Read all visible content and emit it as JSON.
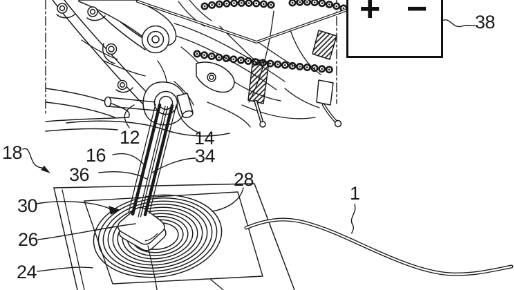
{
  "figure": {
    "kind": "patent-line-drawing",
    "subject": "Side stand of a motorcycle standing on an inductive charging pad connected to a battery and a supply cable",
    "background": "#ffffff",
    "line_color": "#1a1a1a"
  },
  "battery": {
    "plus": "+",
    "minus": "−"
  },
  "reference_labels": {
    "r1": "1",
    "r12": "12",
    "r14": "14",
    "r16": "16",
    "r18": "18",
    "r24": "24",
    "r26": "26",
    "r28": "28",
    "r30": "30",
    "r34": "34",
    "r36": "36",
    "r38": "38"
  }
}
